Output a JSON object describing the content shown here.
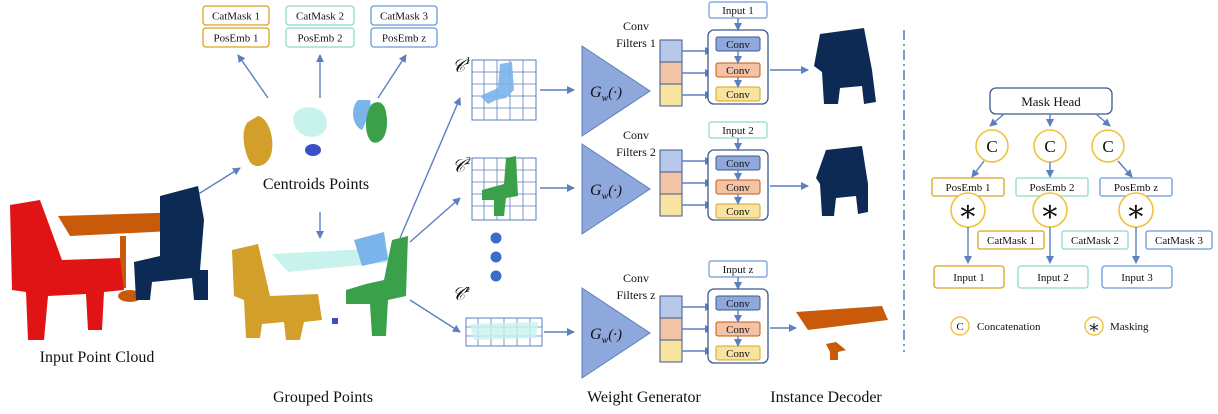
{
  "colors": {
    "arrow": "#5b7fbf",
    "box_yellow": "#d9a520",
    "box_teal": "#8fd8cc",
    "box_blue": "#6a9ad8",
    "mask_head_border": "#3a5a8a",
    "circle_border": "#f0c23a",
    "generator_fill": "#8fa8dc",
    "conv_fill": "#8fa8dc",
    "stack_blue": "#b8c8ea",
    "stack_orange": "#f3c3a8",
    "stack_yellow": "#f8e3a0",
    "chair_red": "#e01414",
    "chair_navy": "#0d2a55",
    "table_orange": "#c85a0a",
    "group_gold": "#d2a02a",
    "group_green": "#3aa04a",
    "group_lightblue": "#7ab4ea",
    "group_cyan": "#c8f2ec"
  },
  "top_boxes": [
    {
      "cat": "CatMask 1",
      "pos": "PosEmb 1"
    },
    {
      "cat": "CatMask 2",
      "pos": "PosEmb 2"
    },
    {
      "cat": "CatMask 3",
      "pos": "PosEmb z"
    }
  ],
  "labels": {
    "input_point_cloud": "Input Point Cloud",
    "centroids_points": "Centroids Points",
    "grouped_points": "Grouped Points",
    "weight_generator": "Weight Generator",
    "instance_decoder": "Instance Decoder"
  },
  "rows": [
    {
      "c_base": "𝒞",
      "c_sup": "1",
      "filters_line1": "Conv",
      "filters_line2": "Filters 1",
      "input": "Input 1",
      "conv": [
        "Conv",
        "Conv",
        "Conv"
      ]
    },
    {
      "c_base": "𝒞",
      "c_sup": "2",
      "filters_line1": "Conv",
      "filters_line2": "Filters 2",
      "input": "Input 2",
      "conv": [
        "Conv",
        "Conv",
        "Conv"
      ]
    },
    {
      "c_base": "𝒞",
      "c_sup": "z",
      "filters_line1": "Conv",
      "filters_line2": "Filters z",
      "input": "Input z",
      "conv": [
        "Conv",
        "Conv",
        "Conv"
      ]
    }
  ],
  "generator": {
    "symbol": "G",
    "sub": "w",
    "args": "(·)"
  },
  "mask_head": {
    "title": "Mask Head",
    "concat_symbol": "C",
    "mask_symbol": "∗",
    "columns": [
      {
        "pos": "PosEmb 1",
        "cat": "CatMask 1",
        "input": "Input 1"
      },
      {
        "pos": "PosEmb 2",
        "cat": "CatMask 2",
        "input": "Input 2"
      },
      {
        "pos": "PosEmb z",
        "cat": "CatMask 3",
        "input": "Input 3"
      }
    ],
    "legend_concat": "Concatenation",
    "legend_mask": "Masking"
  }
}
